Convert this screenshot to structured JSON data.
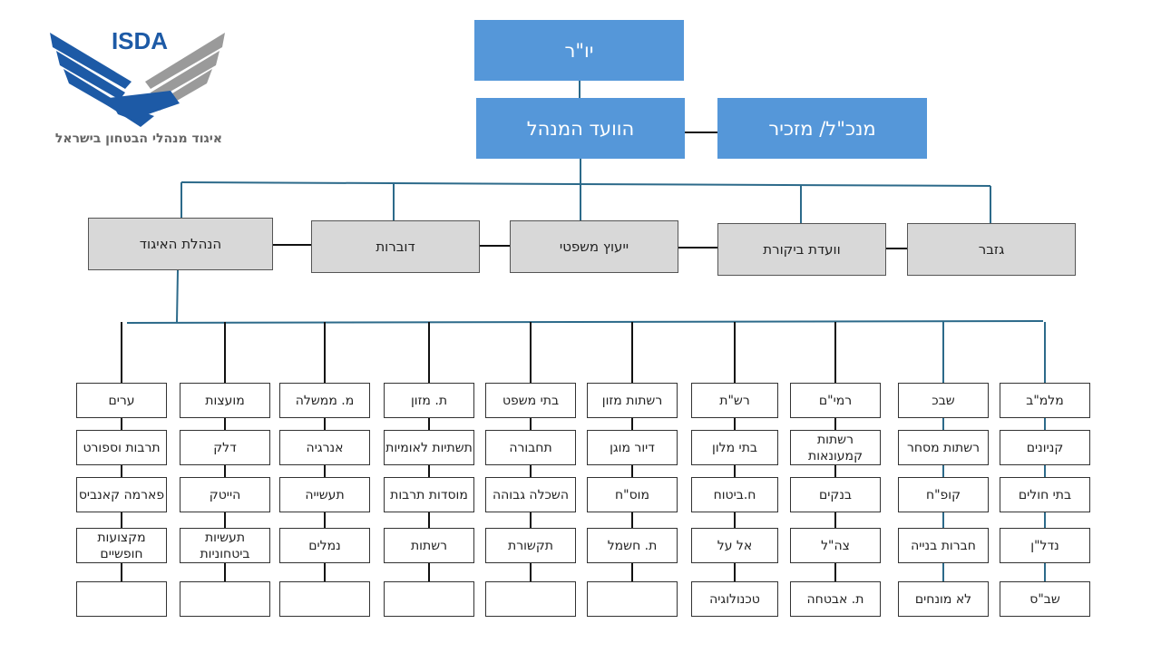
{
  "logo": {
    "acronym": "ISDA",
    "name": "איגוד מנהלי הבטחון בישראל"
  },
  "top": {
    "chair": "יו\"ר",
    "board": "הוועד המנהל",
    "ceo": "מנכ\"ל/ מזכיר"
  },
  "middle": {
    "management": "הנהלת האיגוד",
    "spokesperson": "דוברות",
    "legal": "ייעוץ משפטי",
    "audit": "וועדת ביקורת",
    "treasurer": "גזבר"
  },
  "columns": [
    {
      "header": "מלמ\"ב",
      "items": [
        "קניונים",
        "בתי חולים",
        "נדל\"ן",
        "שב\"ס"
      ]
    },
    {
      "header": "שבכ",
      "items": [
        "רשתות מסחר",
        "קופ\"ח",
        "חברות בנייה",
        "לא מונחים"
      ]
    },
    {
      "header": "רמי\"ם",
      "items": [
        "רשתות קמעונאות",
        "בנקים",
        "צה\"ל",
        "ת. אבטחה"
      ]
    },
    {
      "header": "רש\"ת",
      "items": [
        "בתי מלון",
        "ח.ביטוח",
        "אל על",
        "טכנולוגיה"
      ]
    },
    {
      "header": "רשתות מזון",
      "items": [
        "דיור מוגן",
        "מוס\"ח",
        "ת. חשמל",
        ""
      ]
    },
    {
      "header": "בתי משפט",
      "items": [
        "תחבורה",
        "השכלה גבוהה",
        "תקשורת",
        ""
      ]
    },
    {
      "header": "ת. מזון",
      "items": [
        "תשתיות לאומיות",
        "מוסדות תרבות",
        "רשתות",
        ""
      ]
    },
    {
      "header": "מ. ממשלה",
      "items": [
        "אנרגיה",
        "תעשייה",
        "נמלים",
        ""
      ]
    },
    {
      "header": "מועצות",
      "items": [
        "דלק",
        "הייטק",
        "תעשיות ביטחוניות",
        ""
      ]
    },
    {
      "header": "ערים",
      "items": [
        "תרבות וספורט",
        "פארמה קאנביס",
        "מקצועות חופשיים",
        ""
      ]
    }
  ]
}
